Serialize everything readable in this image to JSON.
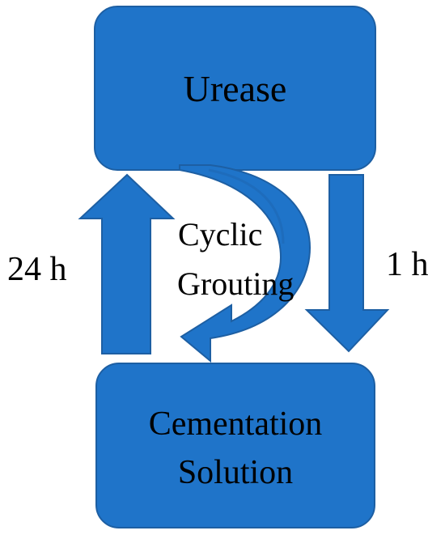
{
  "colors": {
    "box_fill": "#1f74c9",
    "box_stroke": "#1d5fa3",
    "arrow_fill": "#1f74c9",
    "arrow_stroke": "#1d5fa3",
    "text": "#000000"
  },
  "diagram": {
    "top_box": {
      "label": "Urease"
    },
    "bottom_box": {
      "label_line1": "Cementation",
      "label_line2": "Solution"
    },
    "left_arrow": {
      "direction": "up",
      "label": "24 h"
    },
    "right_arrow": {
      "direction": "down",
      "label": "1 h"
    },
    "center_arrow": {
      "direction": "curved-down-left",
      "label_line1": "Cyclic",
      "label_line2": "Grouting"
    }
  }
}
